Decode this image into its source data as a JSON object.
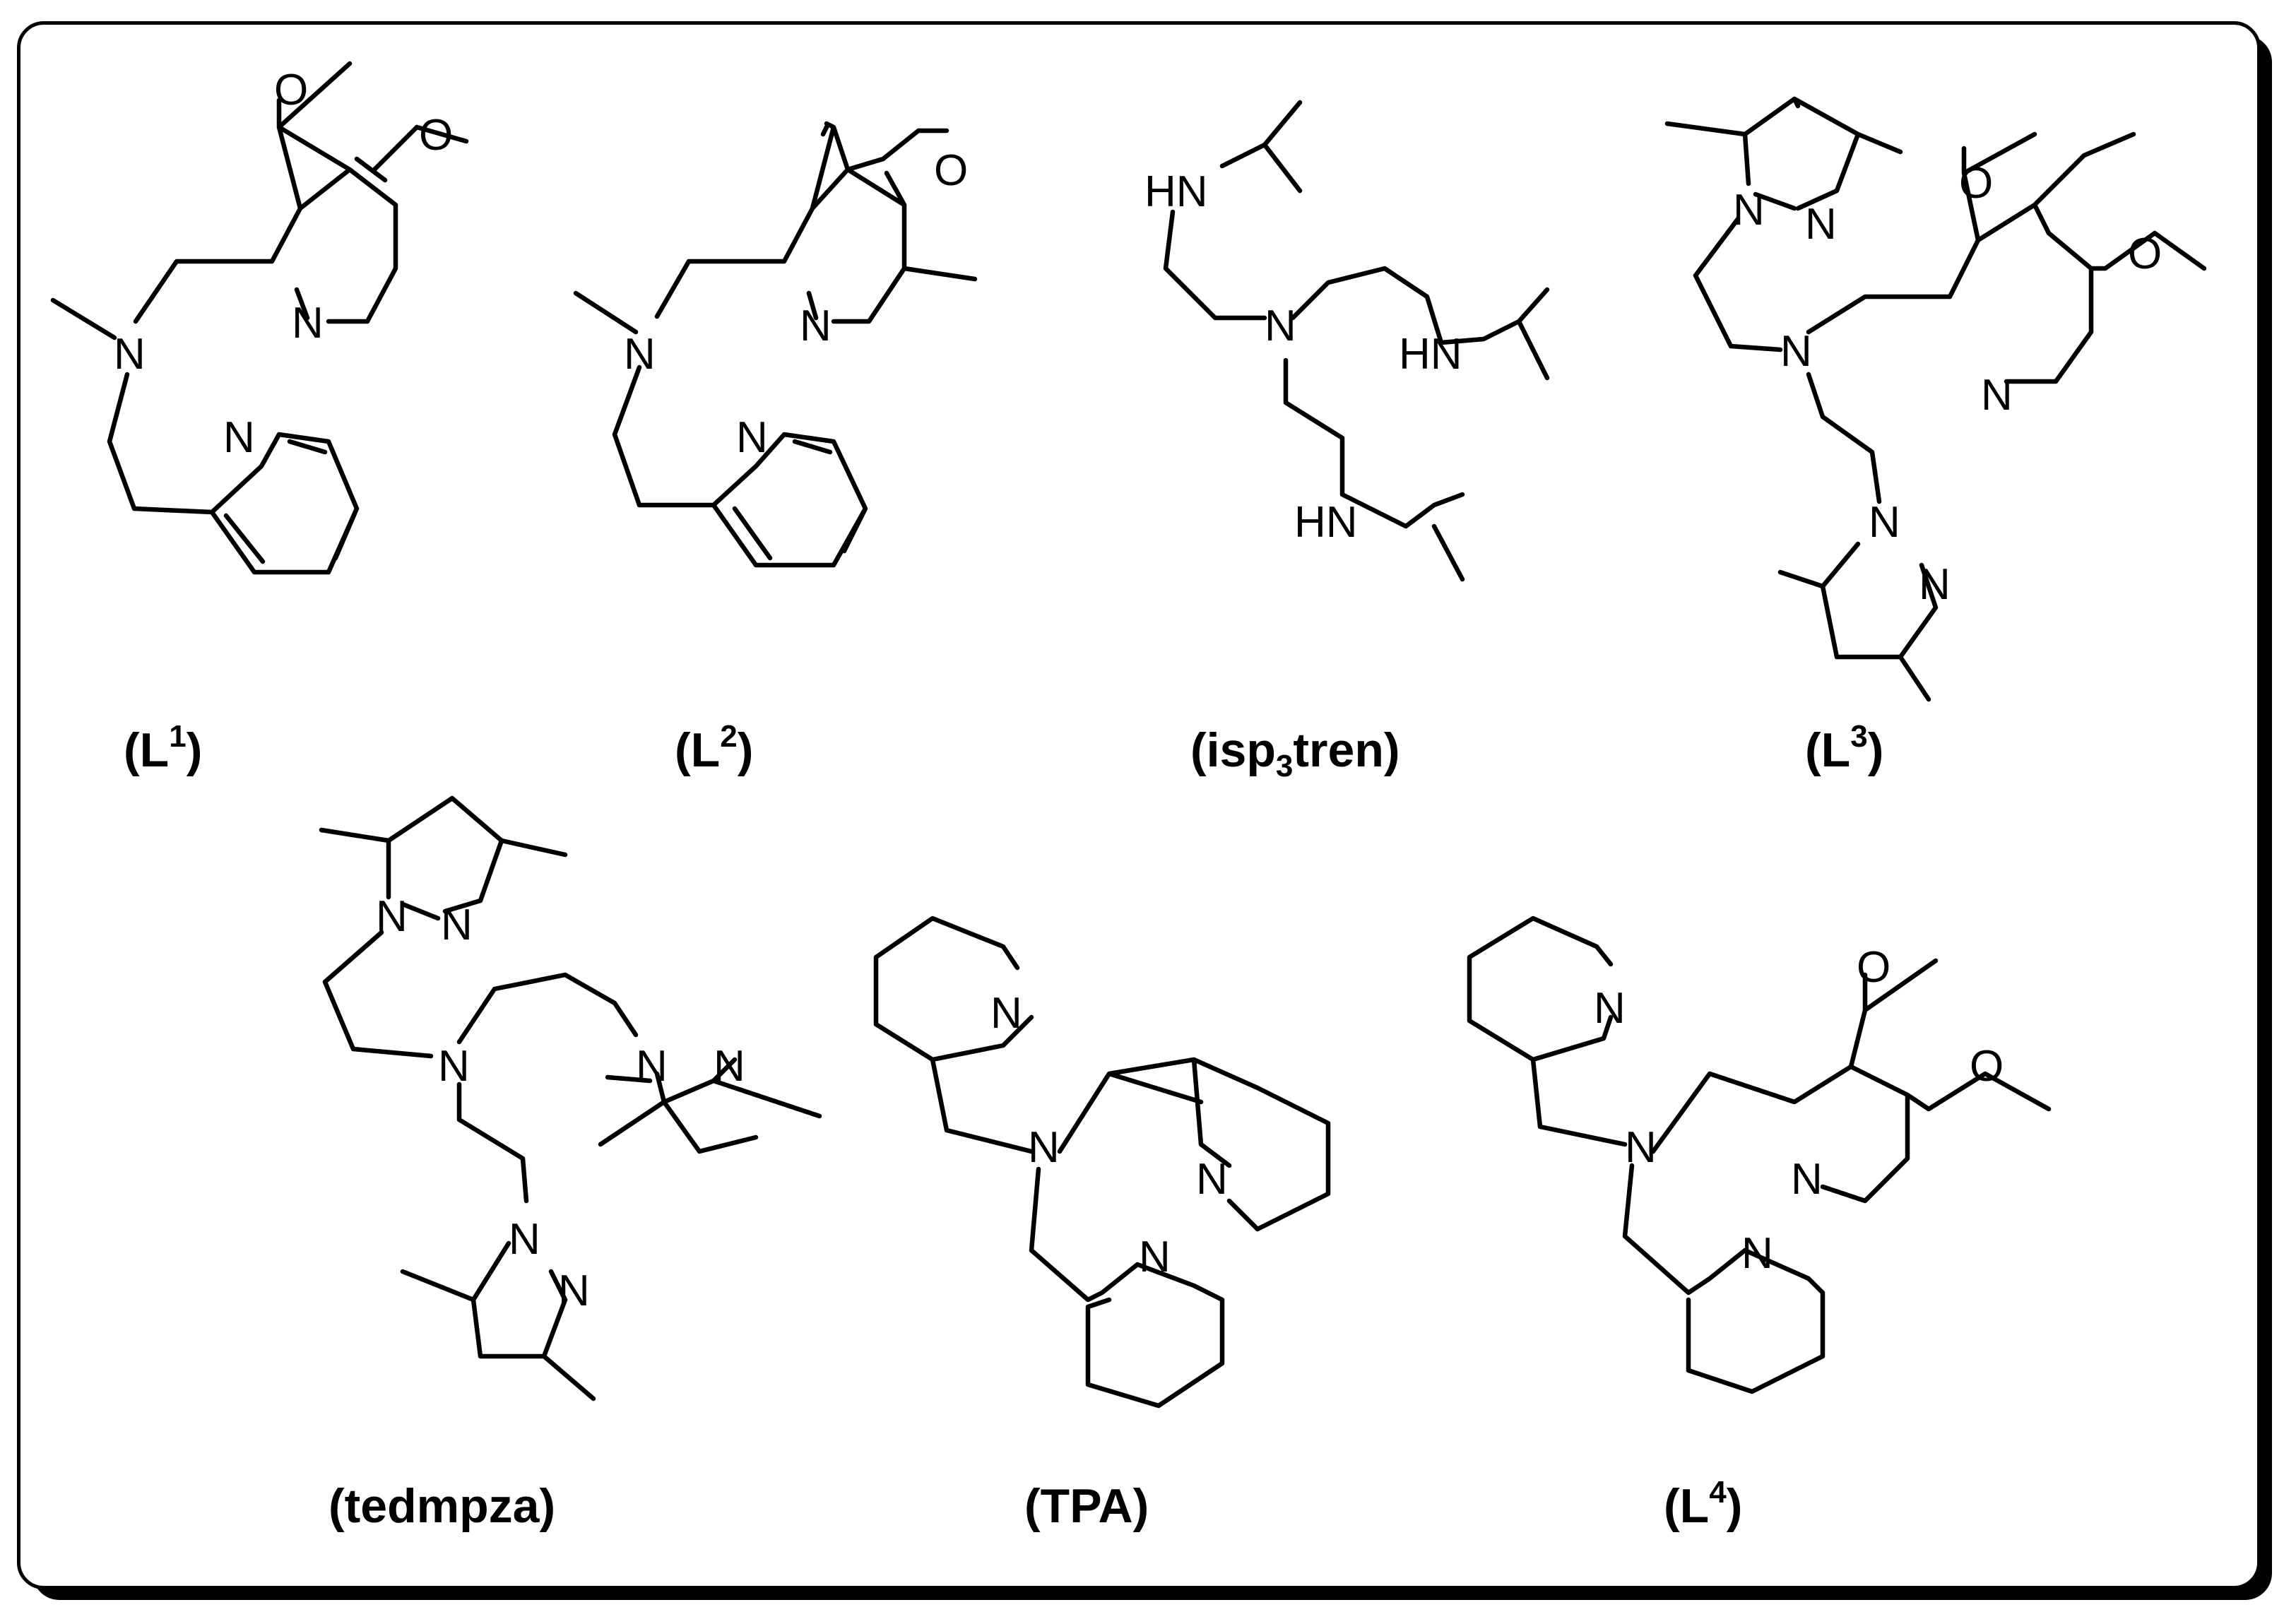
{
  "atoms": {
    "nitrogen": "N",
    "oxygen": "O",
    "amine": "HN"
  },
  "labels": {
    "l1": {
      "main": "L",
      "sup": "1"
    },
    "l2": {
      "main": "L",
      "sup": "2"
    },
    "isp3tren": {
      "pre": "isp",
      "sub": "3",
      "post": "tren"
    },
    "l3": {
      "main": "L",
      "sup": "3"
    },
    "tedmpza": {
      "main": "tedmpza"
    },
    "tpa": {
      "main": "TPA"
    },
    "l4": {
      "main": "L",
      "sup": "4"
    }
  }
}
